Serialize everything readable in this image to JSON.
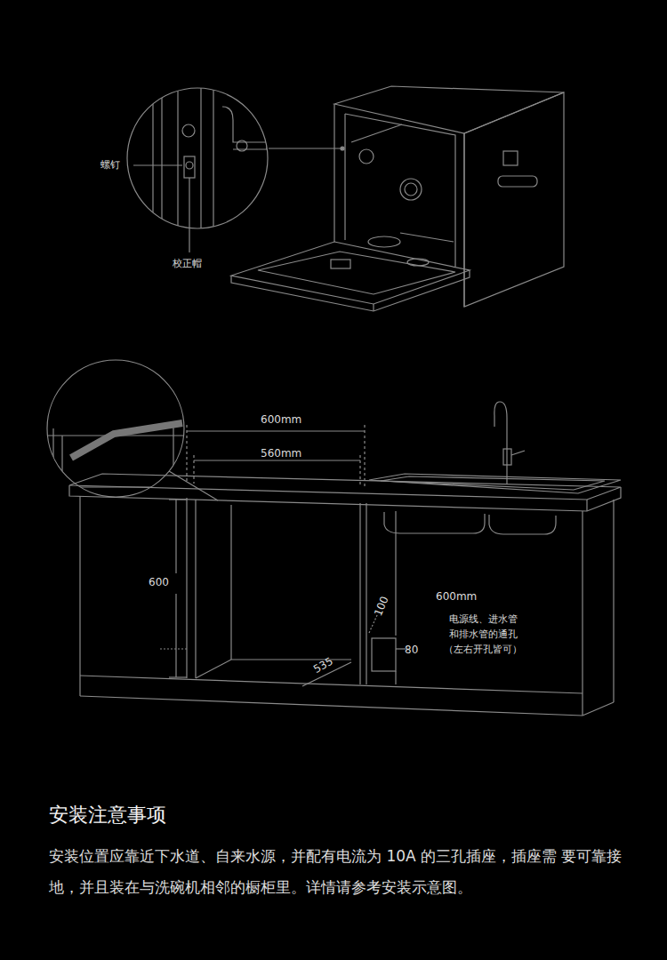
{
  "diagram": {
    "title": "安装注意事项",
    "caption": "安装位置应靠近下水道、自来水源，并配有电流为 10A 的三孔插座，插座需 要可靠接地，并且装在与洗碗机相邻的橱柜里。详情请参考安装示意图。",
    "labels": [
      "螺钉",
      "校正帽",
      "600mm",
      "560mm",
      "600",
      "600mm",
      "电源线、进水管 和排水管的通孔 （左右开孔皆可）",
      "100",
      "80",
      "535"
    ]
  }
}
